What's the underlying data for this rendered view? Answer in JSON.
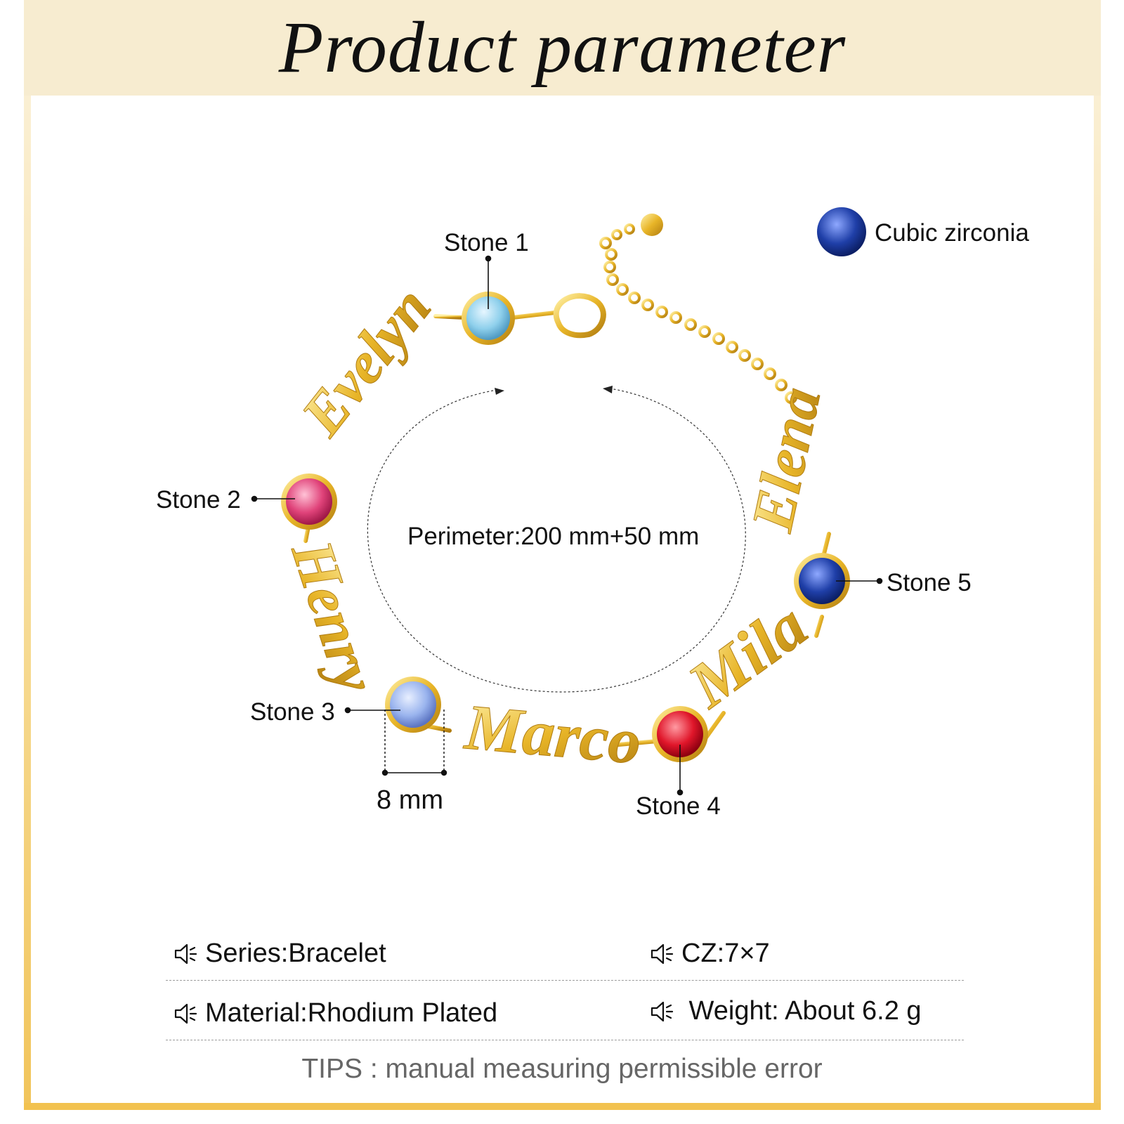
{
  "header": {
    "title": "Product parameter"
  },
  "legend": {
    "label": "Cubic zirconia"
  },
  "stones": [
    {
      "label": "Stone 1",
      "color": "#8fd0ec"
    },
    {
      "label": "Stone 2",
      "color": "#e0437a"
    },
    {
      "label": "Stone 3",
      "color": "#9ab4ee"
    },
    {
      "label": "Stone 4",
      "color": "#e0162a"
    },
    {
      "label": "Stone 5",
      "color": "#1f3fa8"
    }
  ],
  "perimeter": "Perimeter:200 mm+50 mm",
  "dimension": "8 mm",
  "names": [
    "Evelyn",
    "Henry",
    "Marco",
    "Mila",
    "Elena"
  ],
  "specs": {
    "series": "Series:Bracelet",
    "cz": "CZ:7×7",
    "material": "Material:Rhodium Plated",
    "weight": " Weight: About 6.2 g"
  },
  "tips": "TIPS : manual measuring permissible error",
  "colors": {
    "gold": "#e8b528",
    "header_bg": "#f7ecd0",
    "border_gold": "#f2c24f"
  }
}
